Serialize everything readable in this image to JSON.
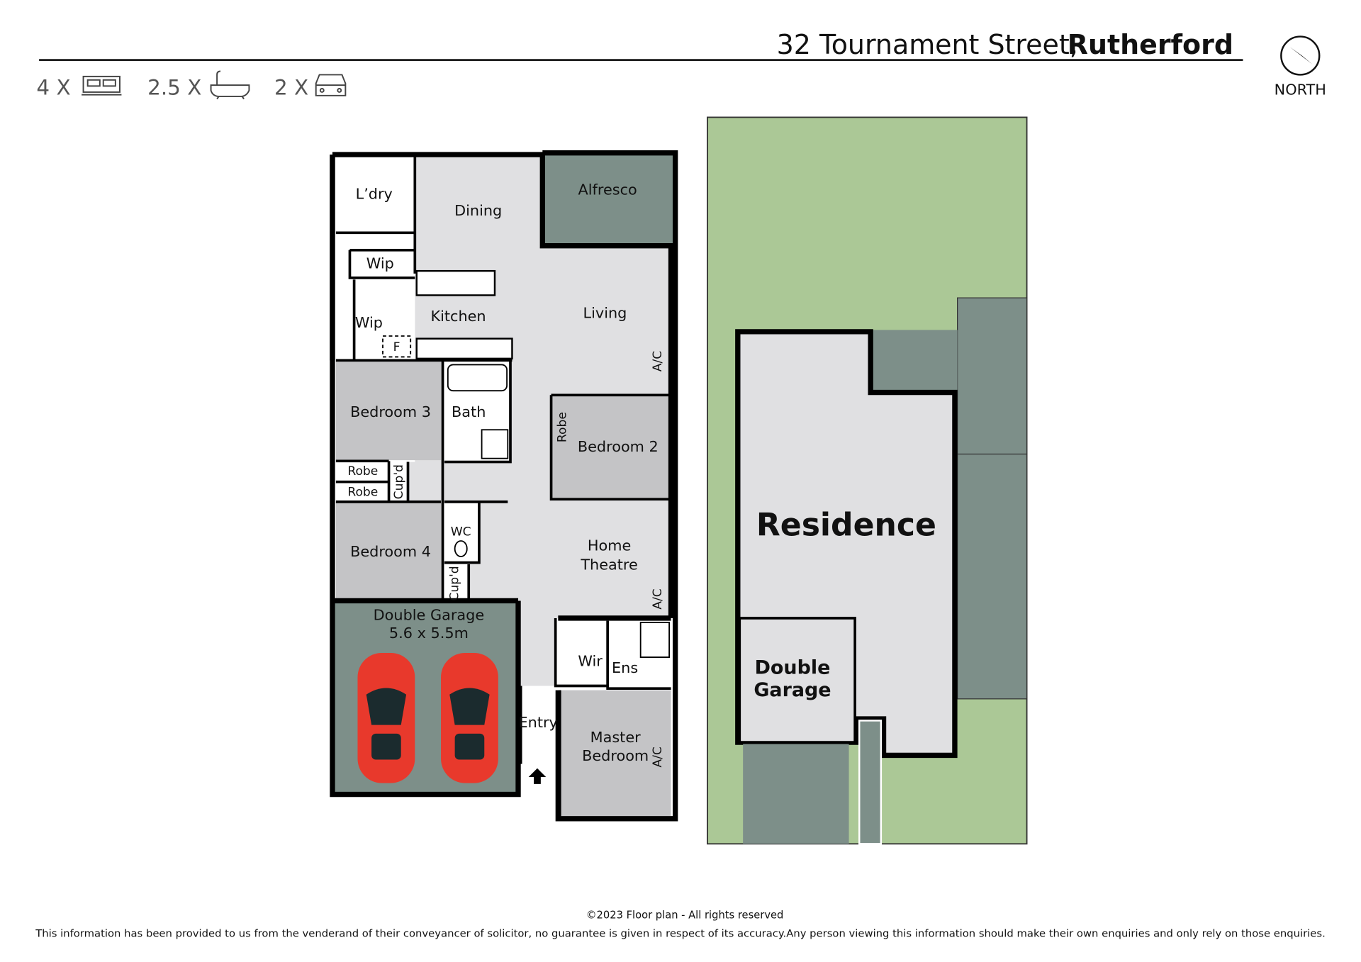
{
  "header": {
    "address_street": "32 Tournament Street,",
    "address_suburb": "Rutherford",
    "stats": [
      {
        "count": "4 X",
        "icon": "bed-icon"
      },
      {
        "count": "2.5 X",
        "icon": "bath-icon"
      },
      {
        "count": "2 X",
        "icon": "car-icon"
      }
    ],
    "compass_label": "NORTH"
  },
  "floorplan": {
    "rooms": {
      "laundry": "L’dry",
      "dining": "Dining",
      "alfresco": "Alfresco",
      "wip1": "Wip",
      "wip2": "Wip",
      "fridge": "F",
      "kitchen": "Kitchen",
      "living": "Living",
      "ac1": "A/C",
      "bedroom3": "Bedroom 3",
      "bath": "Bath",
      "robe_b2": "Robe",
      "bedroom2": "Bedroom 2",
      "robe1": "Robe",
      "robe2": "Robe",
      "cupd1": "Cup'd",
      "wc": "WC",
      "bedroom4": "Bedroom 4",
      "cupd2": "Cup'd",
      "home_theatre_1": "Home",
      "home_theatre_2": "Theatre",
      "ac2": "A/C",
      "garage": "Double Garage",
      "garage_size": "5.6 x 5.5m",
      "wir": "Wir",
      "ens": "Ens",
      "entry": "Entry",
      "master_1": "Master",
      "master_2": "Bedroom",
      "ac3": "A/C"
    }
  },
  "siteplan": {
    "residence": "Residence",
    "garage_1": "Double",
    "garage_2": "Garage"
  },
  "colors": {
    "lawn": "#abc896",
    "outdoor": "#7d8f89",
    "living": "#e0e0e2",
    "bedroom": "#c4c4c6",
    "car": "#e8392c"
  },
  "footer": {
    "copyright": "©2023 Floor plan  - All rights reserved",
    "disclaimer": "This information has been provided to us from the venderand of their conveyancer of solicitor, no guarantee is given in respect of its accuracy.Any person viewing this information should make their own enquiries and only rely on those enquiries."
  }
}
